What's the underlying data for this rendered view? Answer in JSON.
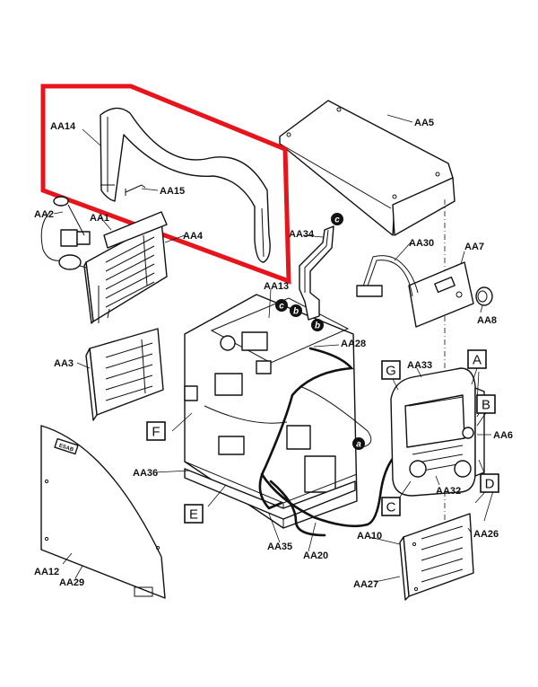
{
  "diagram": {
    "highlight_color": "#e8141b",
    "parts": [
      {
        "id": "AA14",
        "label": "AA14"
      },
      {
        "id": "AA15",
        "label": "AA15"
      },
      {
        "id": "AA5",
        "label": "AA5"
      },
      {
        "id": "AA2",
        "label": "AA2"
      },
      {
        "id": "AA1",
        "label": "AA1"
      },
      {
        "id": "AA4",
        "label": "AA4"
      },
      {
        "id": "AA34",
        "label": "AA34"
      },
      {
        "id": "AA30",
        "label": "AA30"
      },
      {
        "id": "AA7",
        "label": "AA7"
      },
      {
        "id": "AA8",
        "label": "AA8"
      },
      {
        "id": "AA13",
        "label": "AA13"
      },
      {
        "id": "AA3",
        "label": "AA3"
      },
      {
        "id": "AA28",
        "label": "AA28"
      },
      {
        "id": "AA33",
        "label": "AA33"
      },
      {
        "id": "AA6",
        "label": "AA6"
      },
      {
        "id": "AA32",
        "label": "AA32"
      },
      {
        "id": "AA36",
        "label": "AA36"
      },
      {
        "id": "AA35",
        "label": "AA35"
      },
      {
        "id": "AA20",
        "label": "AA20"
      },
      {
        "id": "AA10",
        "label": "AA10"
      },
      {
        "id": "AA26",
        "label": "AA26"
      },
      {
        "id": "AA27",
        "label": "AA27"
      },
      {
        "id": "AA12",
        "label": "AA12"
      },
      {
        "id": "AA29",
        "label": "AA29"
      }
    ],
    "callout_boxes": [
      "A",
      "B",
      "C",
      "D",
      "E",
      "F",
      "G"
    ],
    "connector_markers": [
      "a",
      "b",
      "c"
    ],
    "brand_plate": "ESAB"
  }
}
